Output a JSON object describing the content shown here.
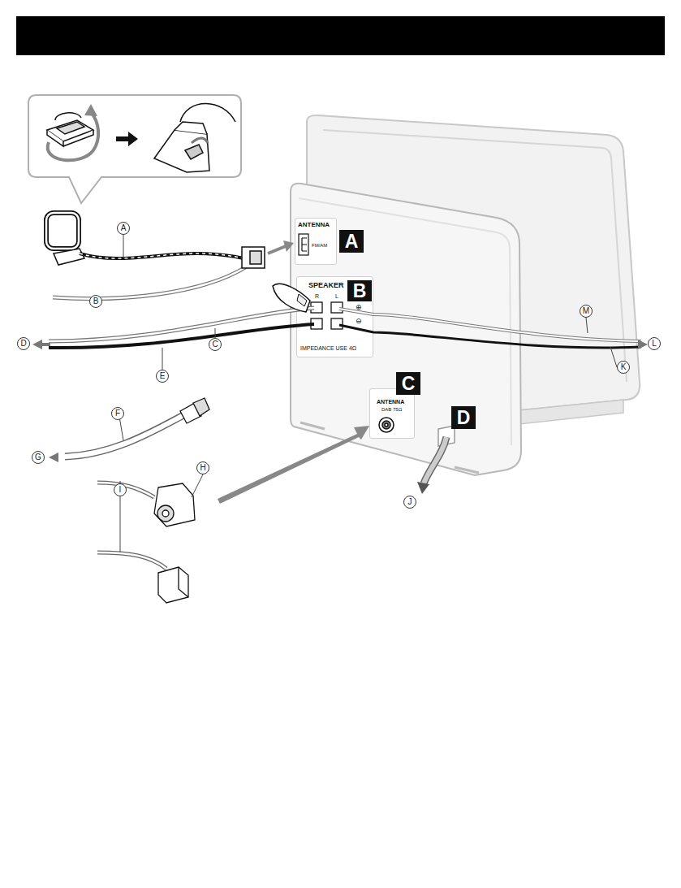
{
  "diagram": {
    "nodes": [
      {
        "text": [
          "ANTENNA",
          "FM/AM"
        ]
      },
      {
        "text": [
          "A"
        ]
      },
      {
        "text": [
          "SPEAKER",
          "R",
          "L",
          "⊕",
          "⊖",
          "IMPEDANCE USE 4Ω"
        ]
      },
      {
        "text": [
          "B"
        ]
      },
      {
        "text": [
          "ANTENNA",
          "DAB 75Ω"
        ]
      },
      {
        "text": [
          "C"
        ]
      },
      {
        "text": [
          "D"
        ]
      }
    ],
    "labels": [
      "A",
      "B",
      "C",
      "D",
      "E",
      "F",
      "G",
      "H",
      "I",
      "J",
      "K",
      "L",
      "M"
    ]
  }
}
